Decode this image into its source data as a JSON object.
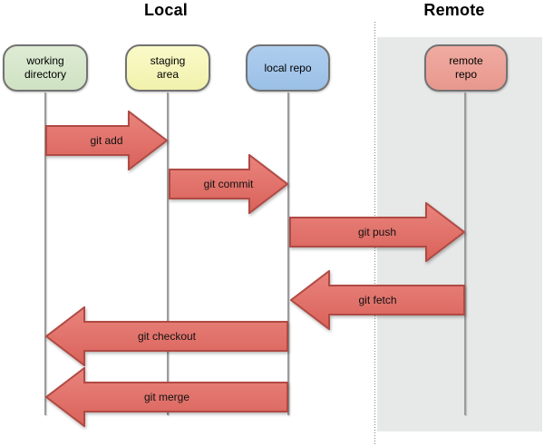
{
  "headings": {
    "local": "Local",
    "remote": "Remote"
  },
  "nodes": [
    {
      "id": "working-directory",
      "label": "working\ndirectory",
      "fill": "#d6e6c9",
      "section": "local"
    },
    {
      "id": "staging-area",
      "label": "staging\narea",
      "fill": "#f5f5bb",
      "section": "local"
    },
    {
      "id": "local-repo",
      "label": "local repo",
      "fill": "#a5c6e9",
      "section": "local"
    },
    {
      "id": "remote-repo",
      "label": "remote\nrepo",
      "fill": "#eca399",
      "section": "remote"
    }
  ],
  "arrows": [
    {
      "label": "git add",
      "from": "working-directory",
      "to": "staging-area",
      "direction": "right"
    },
    {
      "label": "git commit",
      "from": "staging-area",
      "to": "local-repo",
      "direction": "right"
    },
    {
      "label": "git push",
      "from": "local-repo",
      "to": "remote-repo",
      "direction": "right"
    },
    {
      "label": "git fetch",
      "from": "remote-repo",
      "to": "local-repo",
      "direction": "left"
    },
    {
      "label": "git checkout",
      "from": "local-repo",
      "to": "working-directory",
      "direction": "left"
    },
    {
      "label": "git merge",
      "from": "local-repo",
      "to": "working-directory",
      "direction": "left"
    }
  ],
  "colors": {
    "arrow_fill": "#e0736b",
    "arrow_border": "#b04a43",
    "node_border": "#737373",
    "lifeline": "#9b9b9b",
    "remote_panel_bg": "#e7e8e8",
    "heading_text": "#000000"
  }
}
